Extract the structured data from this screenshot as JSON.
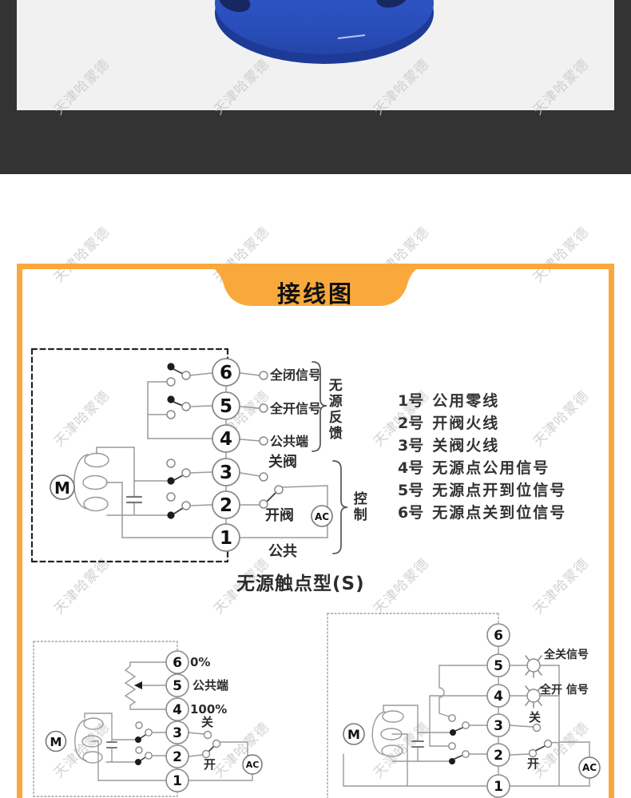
{
  "page": {
    "watermark_text": "天津哈蒙德"
  },
  "panel": {
    "title": "接线图"
  },
  "legend": {
    "items": [
      {
        "num": "1号",
        "text": "公用零线"
      },
      {
        "num": "2号",
        "text": "开阀火线"
      },
      {
        "num": "3号",
        "text": "关阀火线"
      },
      {
        "num": "4号",
        "text": "无源点公用信号"
      },
      {
        "num": "5号",
        "text": "无源点开到位信号"
      },
      {
        "num": "6号",
        "text": "无源点关到位信号"
      }
    ]
  },
  "main": {
    "terminals": [
      "6",
      "5",
      "4",
      "3",
      "2",
      "1"
    ],
    "labels": {
      "full_closed_signal": "全闭信号",
      "full_open_signal": "全开信号",
      "common_terminal": "公共端",
      "close_valve": "关阀",
      "open_valve": "开阀",
      "common": "公共",
      "feedback_group": "无源反馈",
      "control_group": "控制",
      "motor": "M",
      "ac": "AC",
      "caption": "无源触点型(S)"
    }
  },
  "bottom_left": {
    "terminals": [
      "6",
      "5",
      "4",
      "3",
      "2",
      "1"
    ],
    "labels": {
      "pos_0": "0%",
      "common_terminal": "公共端",
      "pos_100": "100%",
      "close": "关",
      "open": "开",
      "motor": "M",
      "ac": "AC"
    }
  },
  "bottom_right": {
    "terminals": [
      "6",
      "5",
      "4",
      "3",
      "2",
      "1"
    ],
    "labels": {
      "full_close_signal": "全关信号",
      "full_open_signal": "全开 信号",
      "close": "关",
      "open": "开",
      "motor": "M",
      "ac": "AC"
    }
  },
  "colors": {
    "accent_orange": "#F9A93C",
    "band_dark": "#333333",
    "flange_blue": "#2B52C0"
  }
}
